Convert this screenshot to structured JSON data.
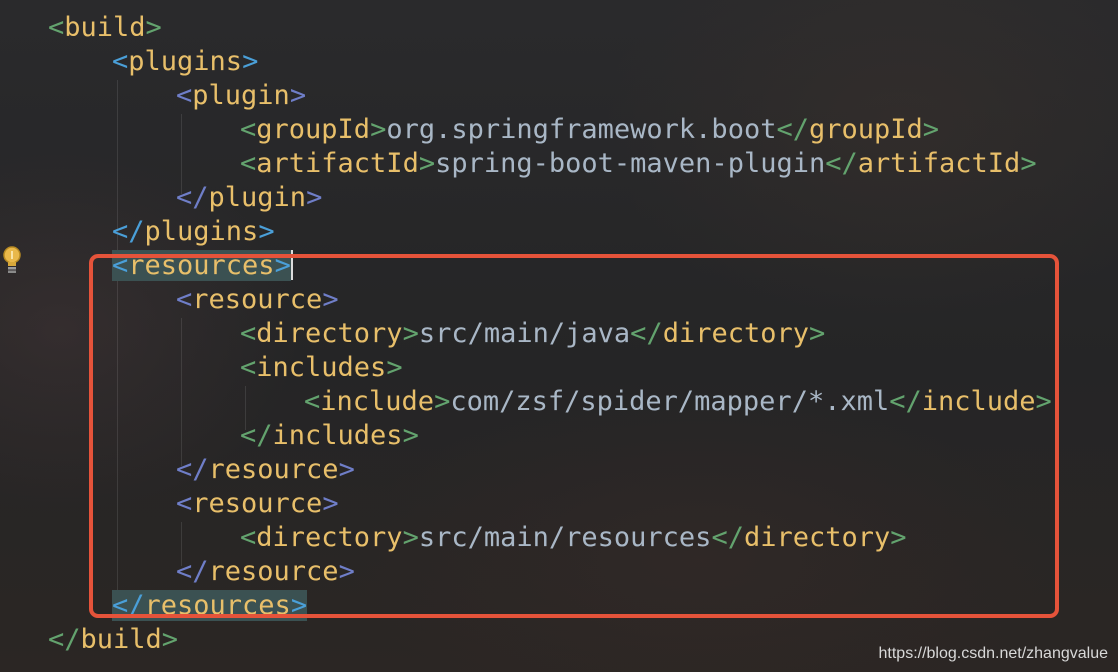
{
  "editor": {
    "language": "xml",
    "lines": [
      {
        "indent": 0,
        "open": "<",
        "name": "build",
        "close": ">",
        "kind": "open-tag"
      },
      {
        "indent": 1,
        "open": "<",
        "name": "plugins",
        "close": ">",
        "kind": "open-tag"
      },
      {
        "indent": 2,
        "open": "<",
        "name": "plugin",
        "close": ">",
        "kind": "open-tag"
      },
      {
        "indent": 3,
        "open": "<",
        "name": "groupId",
        "close": ">",
        "value": "org.springframework.boot",
        "end_open": "</",
        "end_name": "groupId",
        "end_close": ">",
        "kind": "element"
      },
      {
        "indent": 3,
        "open": "<",
        "name": "artifactId",
        "close": ">",
        "value": "spring-boot-maven-plugin",
        "end_open": "</",
        "end_name": "artifactId",
        "end_close": ">",
        "kind": "element"
      },
      {
        "indent": 2,
        "open": "</",
        "name": "plugin",
        "close": ">",
        "kind": "close-tag"
      },
      {
        "indent": 1,
        "open": "</",
        "name": "plugins",
        "close": ">",
        "kind": "close-tag"
      },
      {
        "indent": 1,
        "open": "<",
        "name": "resources",
        "close": ">",
        "kind": "open-tag"
      },
      {
        "indent": 2,
        "open": "<",
        "name": "resource",
        "close": ">",
        "kind": "open-tag"
      },
      {
        "indent": 3,
        "open": "<",
        "name": "directory",
        "close": ">",
        "value": "src/main/java",
        "end_open": "</",
        "end_name": "directory",
        "end_close": ">",
        "kind": "element"
      },
      {
        "indent": 3,
        "open": "<",
        "name": "includes",
        "close": ">",
        "kind": "open-tag"
      },
      {
        "indent": 4,
        "open": "<",
        "name": "include",
        "close": ">",
        "value": "com/zsf/spider/mapper/*.xml",
        "end_open": "</",
        "end_name": "include",
        "end_close": ">",
        "kind": "element"
      },
      {
        "indent": 3,
        "open": "</",
        "name": "includes",
        "close": ">",
        "kind": "close-tag"
      },
      {
        "indent": 2,
        "open": "</",
        "name": "resource",
        "close": ">",
        "kind": "close-tag"
      },
      {
        "indent": 2,
        "open": "<",
        "name": "resource",
        "close": ">",
        "kind": "open-tag"
      },
      {
        "indent": 3,
        "open": "<",
        "name": "directory",
        "close": ">",
        "value": "src/main/resources",
        "end_open": "</",
        "end_name": "directory",
        "end_close": ">",
        "kind": "element"
      },
      {
        "indent": 2,
        "open": "</",
        "name": "resource",
        "close": ">",
        "kind": "close-tag"
      },
      {
        "indent": 1,
        "open": "</",
        "name": "resources",
        "close": ">",
        "kind": "close-tag"
      },
      {
        "indent": 0,
        "open": "</",
        "name": "build",
        "close": ">",
        "kind": "close-tag"
      }
    ],
    "highlighted_tag": "resources",
    "annotation_color": "#e5533a",
    "intention_icon": "lightbulb-icon"
  },
  "watermark": "https://blog.csdn.net/zhangvalue"
}
